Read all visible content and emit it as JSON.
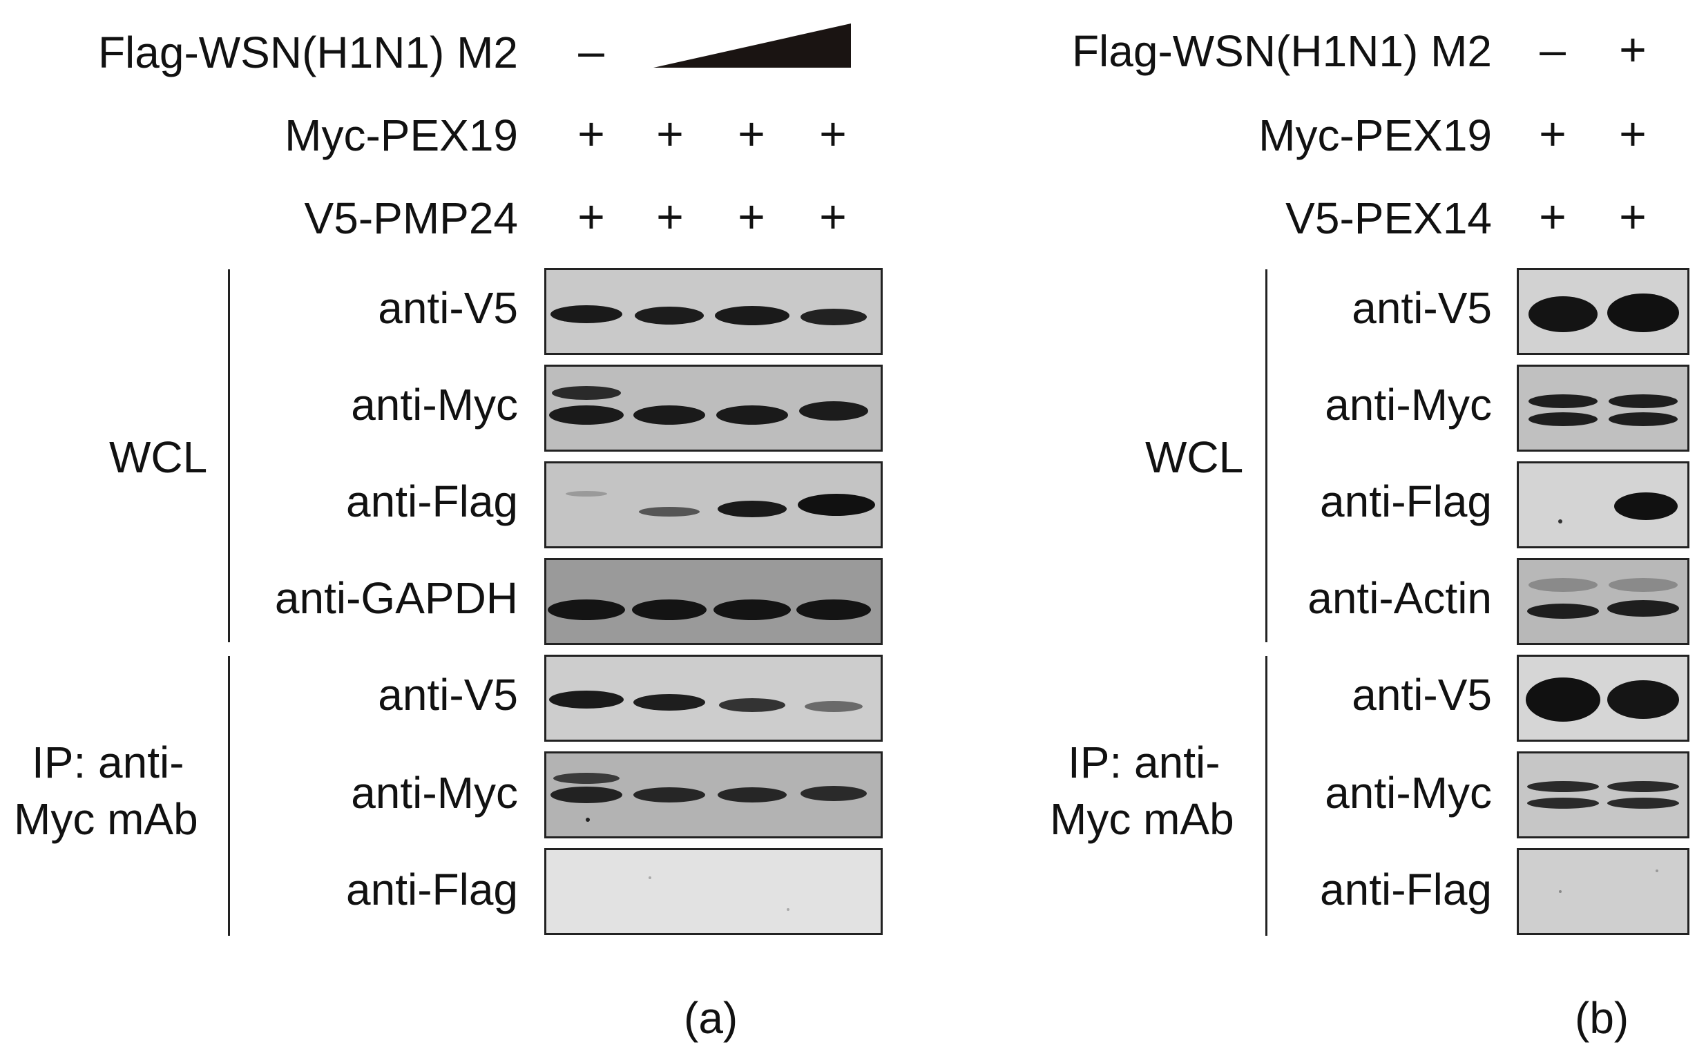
{
  "panel_a": {
    "caption": "(a)",
    "header_rows": [
      {
        "label": "Flag-WSN(H1N1) M2",
        "signs": [
          "–"
        ]
      },
      {
        "label": "Myc-PEX19",
        "signs": [
          "+",
          "+",
          "+",
          "+"
        ]
      },
      {
        "label": "V5-PMP24",
        "signs": [
          "+",
          "+",
          "+",
          "+"
        ]
      }
    ],
    "group_labels": {
      "wcl": "WCL",
      "ip_line1": "IP: anti-",
      "ip_line2": "Myc mAb"
    },
    "blot_labels": [
      "anti-V5",
      "anti-Myc",
      "anti-Flag",
      "anti-GAPDH",
      "anti-V5",
      "anti-Myc",
      "anti-Flag"
    ]
  },
  "panel_b": {
    "caption": "(b)",
    "header_rows": [
      {
        "label": "Flag-WSN(H1N1) M2",
        "signs": [
          "–",
          "+"
        ]
      },
      {
        "label": "Myc-PEX19",
        "signs": [
          "+",
          "+"
        ]
      },
      {
        "label": "V5-PEX14",
        "signs": [
          "+",
          "+"
        ]
      }
    ],
    "group_labels": {
      "wcl": "WCL",
      "ip_line1": "IP: anti-",
      "ip_line2": "Myc mAb"
    },
    "blot_labels": [
      "anti-V5",
      "anti-Myc",
      "anti-Flag",
      "anti-Actin",
      "anti-V5",
      "anti-Myc",
      "anti-Flag"
    ]
  },
  "colors": {
    "blot_background": "#c8c8c8",
    "band": "#1a1a1a",
    "text": "#111111"
  }
}
